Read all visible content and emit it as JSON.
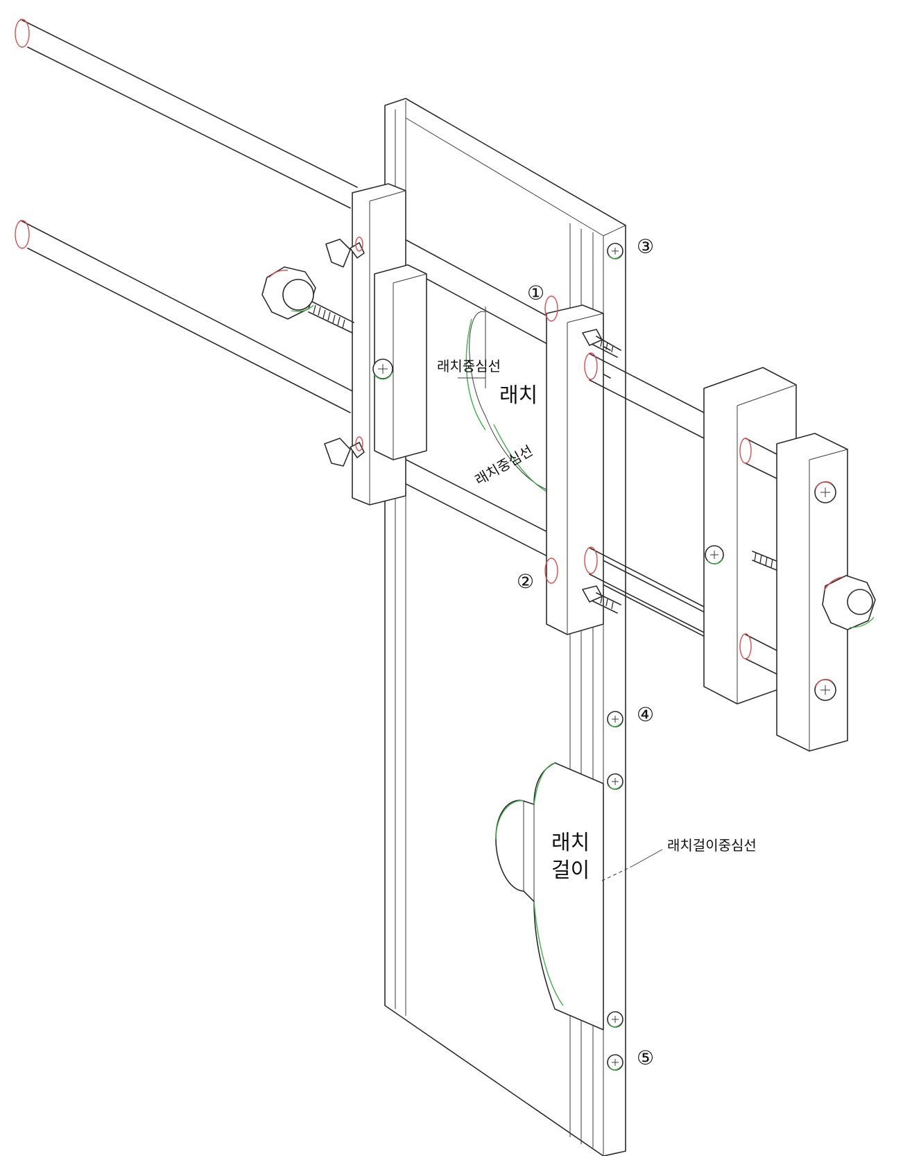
{
  "labels": {
    "latch_center_line_top": "래치중심선",
    "latch": "래치",
    "latch_center_line_slanted": "래치중심선",
    "strike_line1": "래치",
    "strike_line2": "걸이",
    "strike_center_line": "래치걸이중심선"
  },
  "markers": [
    "①",
    "②",
    "③",
    "④",
    "⑤"
  ],
  "colors": {
    "outline": "#2a2a2a",
    "edge_red": "#e04a4a",
    "edge_green": "#3cb043"
  }
}
